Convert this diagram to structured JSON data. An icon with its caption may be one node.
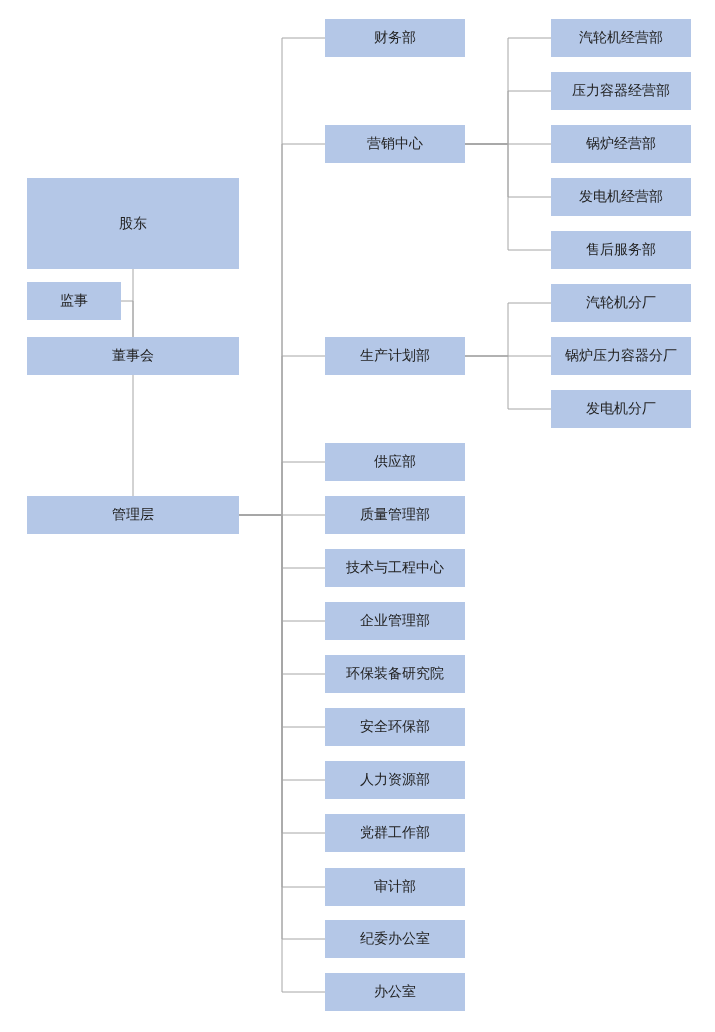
{
  "diagram": {
    "nodes": [
      {
        "text": [
          "股东"
        ]
      },
      {
        "text": [
          "监事"
        ]
      },
      {
        "text": [
          "董事会"
        ]
      },
      {
        "text": [
          "管理层"
        ]
      },
      {
        "text": [
          "财务部"
        ]
      },
      {
        "text": [
          "营销中心"
        ]
      },
      {
        "text": [
          "生产计划部"
        ]
      },
      {
        "text": [
          "供应部"
        ]
      },
      {
        "text": [
          "质量管理部"
        ]
      },
      {
        "text": [
          "技术与工程中心"
        ]
      },
      {
        "text": [
          "企业管理部"
        ]
      },
      {
        "text": [
          "环保装备研究院"
        ]
      },
      {
        "text": [
          "安全环保部"
        ]
      },
      {
        "text": [
          "人力资源部"
        ]
      },
      {
        "text": [
          "党群工作部"
        ]
      },
      {
        "text": [
          "审计部"
        ]
      },
      {
        "text": [
          "纪委办公室"
        ]
      },
      {
        "text": [
          "办公室"
        ]
      },
      {
        "text": [
          "汽轮机经营部"
        ]
      },
      {
        "text": [
          "压力容器经营部"
        ]
      },
      {
        "text": [
          "锅炉经营部"
        ]
      },
      {
        "text": [
          "发电机经营部"
        ]
      },
      {
        "text": [
          "售后服务部"
        ]
      },
      {
        "text": [
          "汽轮机分厂"
        ]
      },
      {
        "text": [
          "锅炉压力容器分厂"
        ]
      },
      {
        "text": [
          "发电机分厂"
        ]
      }
    ],
    "edges": [
      {
        "from": 0,
        "to": 2,
        "arrow": "none"
      },
      {
        "from": 1,
        "to": 2,
        "arrow": "none"
      },
      {
        "from": 2,
        "to": 3,
        "arrow": "none"
      },
      {
        "from": 3,
        "to": 4,
        "arrow": "none"
      },
      {
        "from": 3,
        "to": 5,
        "arrow": "none"
      },
      {
        "from": 3,
        "to": 6,
        "arrow": "none"
      },
      {
        "from": 3,
        "to": 7,
        "arrow": "none"
      },
      {
        "from": 3,
        "to": 8,
        "arrow": "none"
      },
      {
        "from": 3,
        "to": 9,
        "arrow": "none"
      },
      {
        "from": 3,
        "to": 10,
        "arrow": "none"
      },
      {
        "from": 3,
        "to": 11,
        "arrow": "none"
      },
      {
        "from": 3,
        "to": 12,
        "arrow": "none"
      },
      {
        "from": 3,
        "to": 13,
        "arrow": "none"
      },
      {
        "from": 3,
        "to": 14,
        "arrow": "none"
      },
      {
        "from": 3,
        "to": 15,
        "arrow": "none"
      },
      {
        "from": 3,
        "to": 16,
        "arrow": "none"
      },
      {
        "from": 3,
        "to": 17,
        "arrow": "none"
      },
      {
        "from": 5,
        "to": 18,
        "arrow": "none"
      },
      {
        "from": 5,
        "to": 19,
        "arrow": "none"
      },
      {
        "from": 5,
        "to": 20,
        "arrow": "none"
      },
      {
        "from": 5,
        "to": 21,
        "arrow": "none"
      },
      {
        "from": 5,
        "to": 22,
        "arrow": "none"
      },
      {
        "from": 6,
        "to": 23,
        "arrow": "none"
      },
      {
        "from": 6,
        "to": 24,
        "arrow": "none"
      },
      {
        "from": 6,
        "to": 25,
        "arrow": "none"
      }
    ]
  }
}
